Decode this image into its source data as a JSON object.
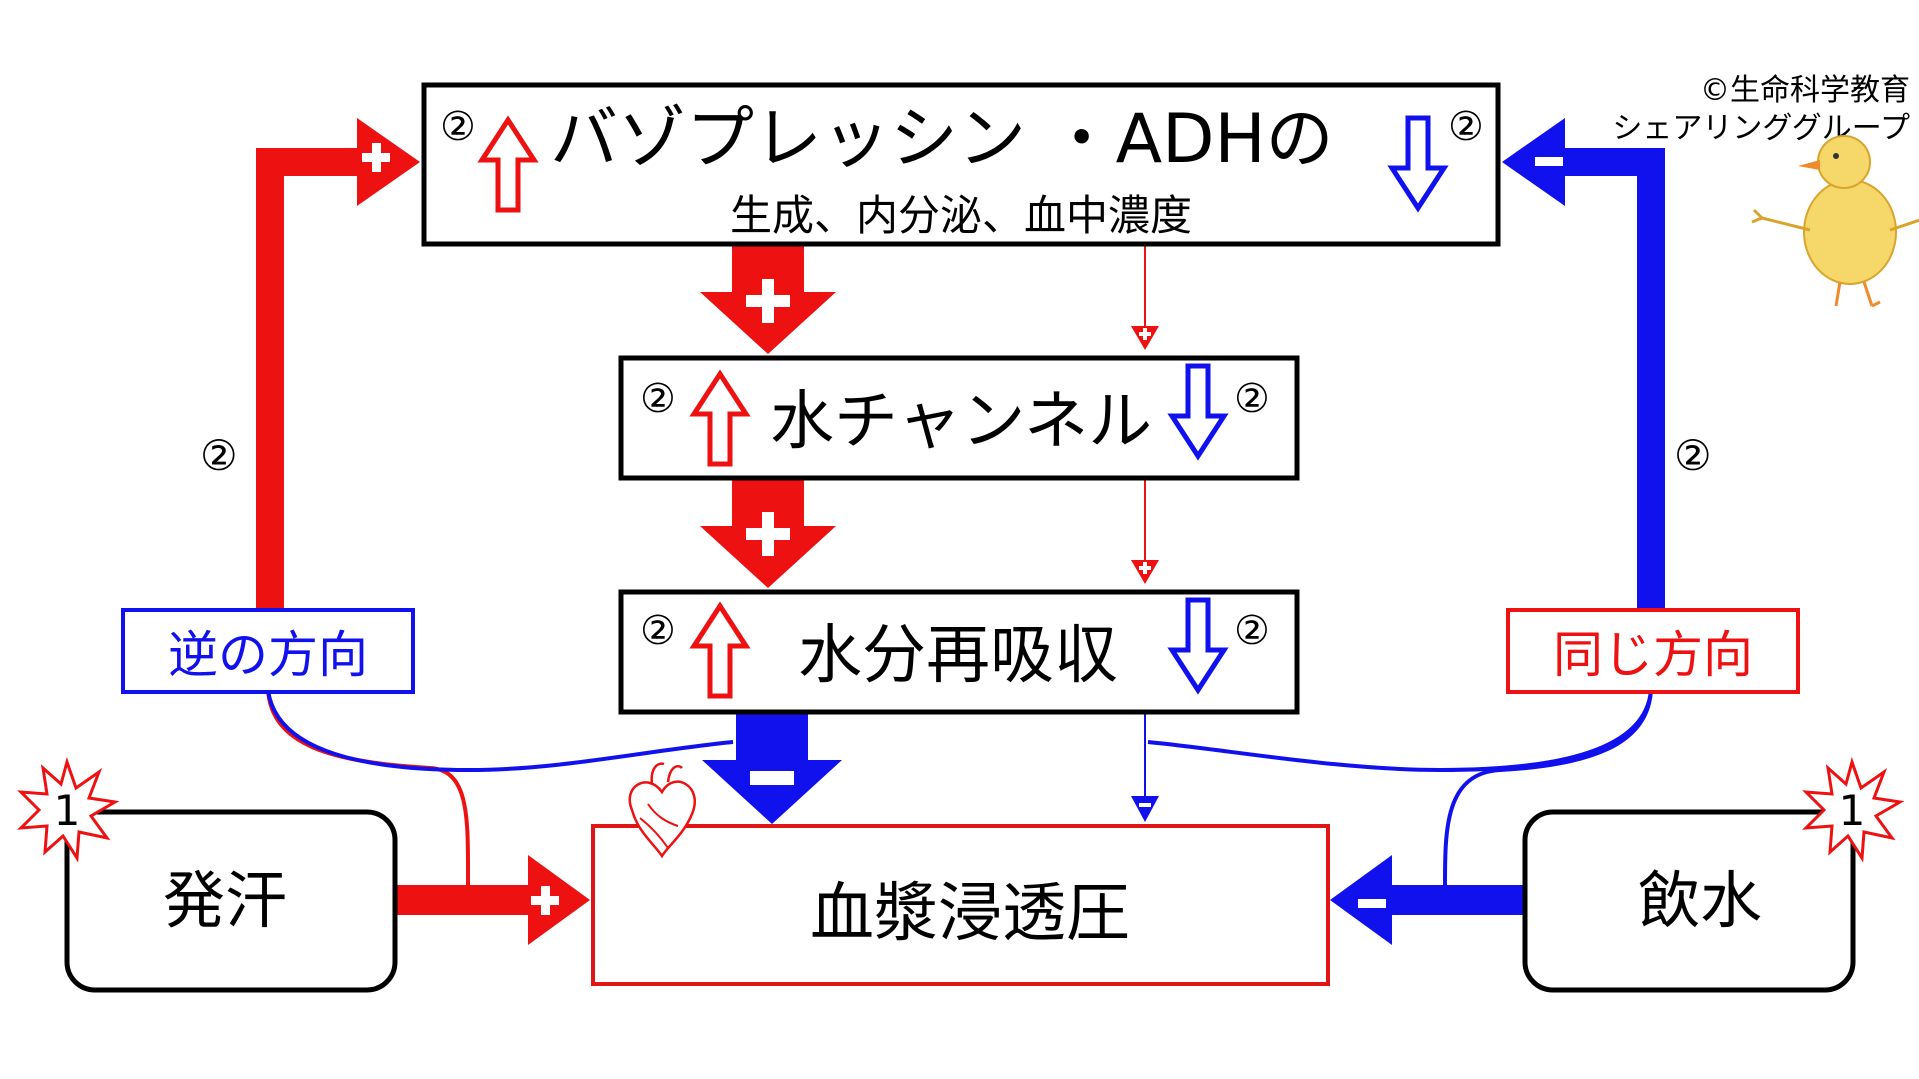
{
  "copyright": {
    "line1": "©生命科学教育",
    "line2": "シェアリンググループ"
  },
  "boxes": {
    "vasopressin": {
      "title": "バゾプレッシン ・ADHの",
      "subtitle": "生成、内分泌、血中濃度"
    },
    "water_channel": {
      "title": "水チャンネル"
    },
    "reabsorption": {
      "title": "水分再吸収"
    },
    "plasma_osmolality": {
      "title": "血漿浸透圧"
    },
    "sweating": {
      "title": "発汗"
    },
    "drinking": {
      "title": "飲水"
    }
  },
  "labels": {
    "opposite_direction": "逆の方向",
    "same_direction": "同じ方向",
    "step2": "②",
    "step1": "1"
  },
  "colors": {
    "increase": "#ee1111",
    "decrease": "#1111ee",
    "frame": "#000000",
    "plasma_frame": "#e01515"
  }
}
